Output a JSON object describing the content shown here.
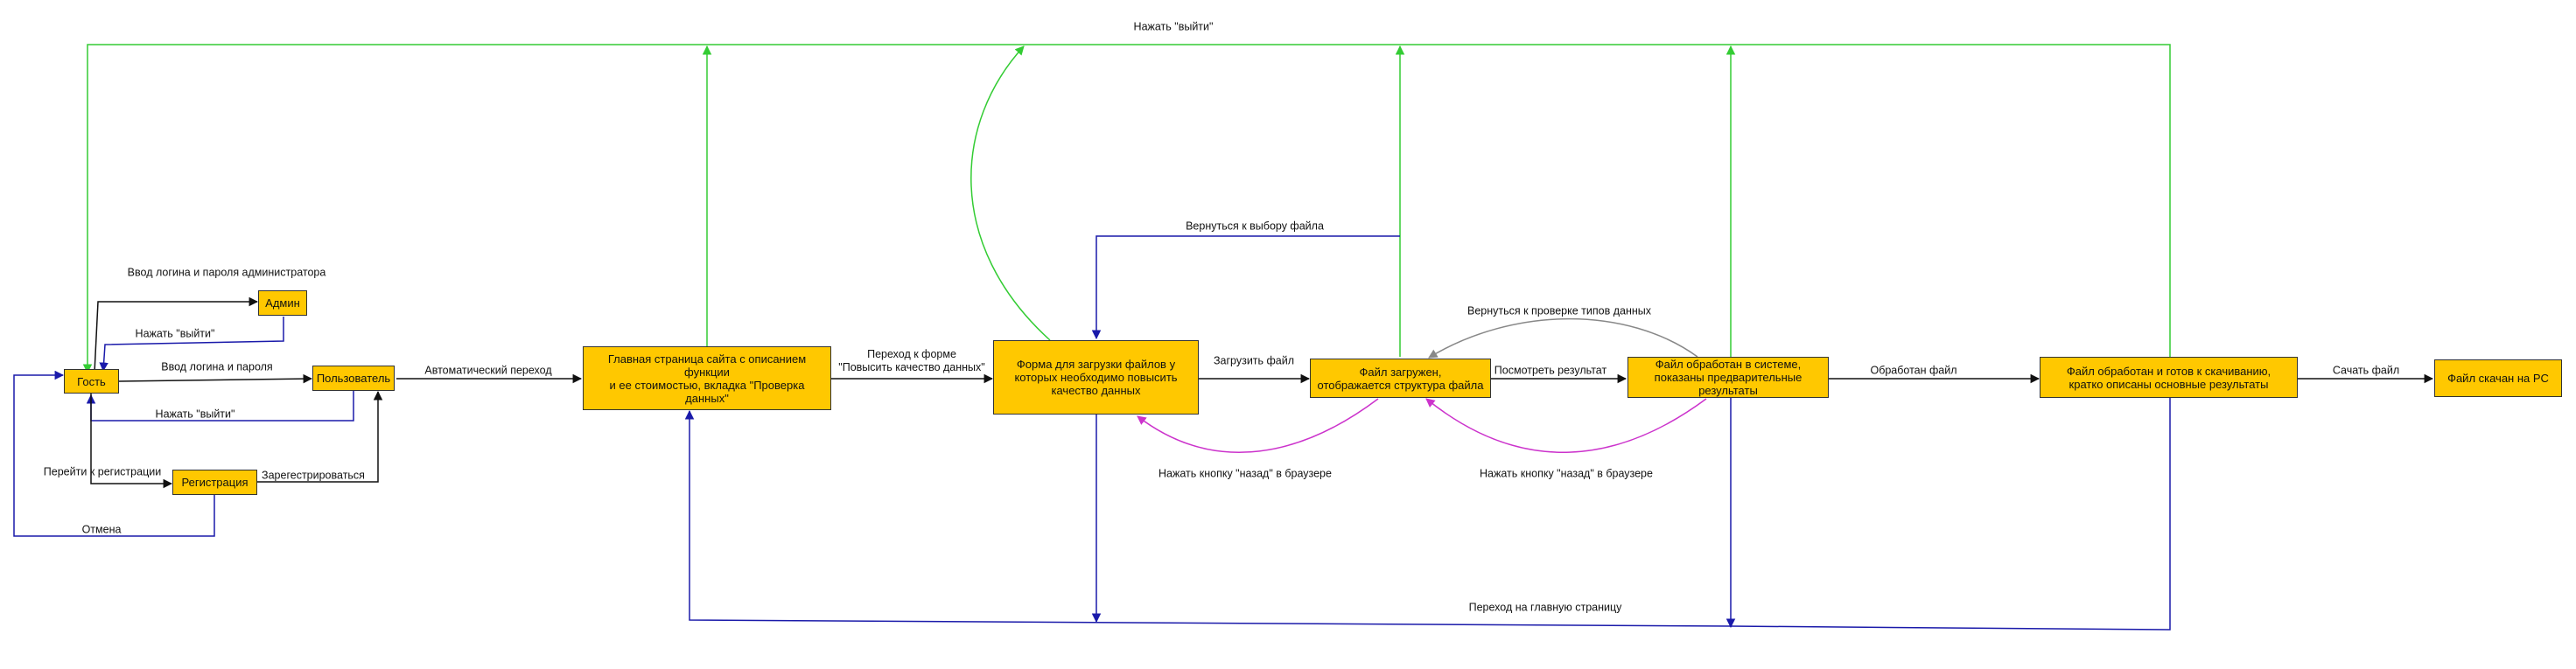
{
  "colors": {
    "node_fill": "#ffc800",
    "node_border": "#333333",
    "arrow_black": "#111111",
    "arrow_blue": "#1a1aaa",
    "arrow_green": "#33cc33",
    "arrow_magenta": "#cc33cc",
    "arrow_gray": "#888888"
  },
  "nodes": {
    "guest": "Гость",
    "admin": "Админ",
    "user": "Пользователь",
    "registration": "Регистрация",
    "main_page": "Главная страница сайта с описанием функции\nи ее стоимостью,  вкладка \"Проверка данных\"",
    "upload_form": "Форма для загрузки файлов у\nкоторых необходимо повысить\nкачество данных",
    "file_loaded": "Файл загружен,\nотображается структура файла",
    "file_processed": "Файл обработан в системе,\nпоказаны предварительные результаты",
    "file_ready": "Файл обработан и готов к скачиванию,\nкратко описаны основные результаты",
    "file_downloaded": "Файл скачан на PC"
  },
  "edge_labels": {
    "logout_top": "Нажать \"выйти\"",
    "admin_login": "Ввод логина и пароля администратора",
    "admin_logout": "Нажать \"выйти\"",
    "user_login": "Ввод логина и пароля",
    "user_logout": "Нажать \"выйти\"",
    "to_registration": "Перейти к регистрации",
    "cancel": "Отмена",
    "register": "Зарегестрироваться",
    "auto_transition": "Автоматический переход",
    "to_form": "Переход к форме\n\"Повысить качество данных\"",
    "upload_file": "Загрузить файл",
    "back_to_choose": "Вернуться к выбору файла",
    "back_to_types": "Вернуться к проверке типов данных",
    "view_result": "Посмотреть результат",
    "process_file": "Обработан файл",
    "download_file": "Сачать файл",
    "browser_back_1": "Нажать кнопку \"назад\" в браузере",
    "browser_back_2": "Нажать кнопку \"назад\" в браузере",
    "to_main_page": "Переход на главную страницу"
  }
}
